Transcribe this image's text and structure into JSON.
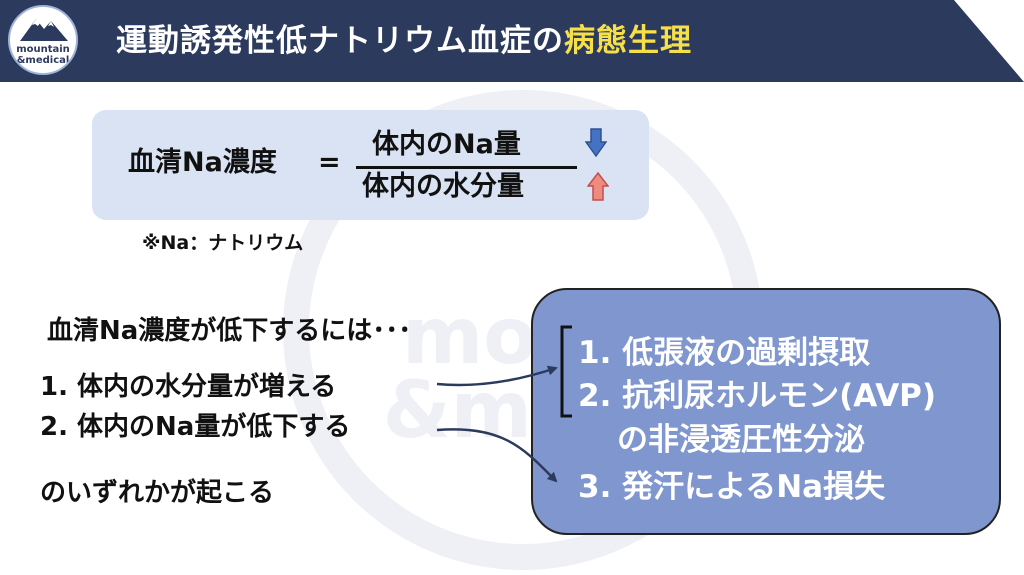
{
  "header": {
    "title_main": "運動誘発性低ナトリウム血症の",
    "title_highlight": "病態生理",
    "logo_line1": "mountain",
    "logo_line2": "&medical"
  },
  "watermark": {
    "line1": "moun",
    "line2": "&medi"
  },
  "formula": {
    "left": "血清Na濃度",
    "equals": "=",
    "numerator": "体内のNa量",
    "denominator": "体内の水分量"
  },
  "note": "※Na：ナトリウム",
  "conditions": {
    "heading": "血清Na濃度が低下するには･･･",
    "items": [
      "1. 体内の水分量が増える",
      "2. 体内のNa量が低下する"
    ],
    "footer": "のいずれかが起こる"
  },
  "causes": [
    "1. 低張液の過剰摂取",
    "2. 抗利尿ホルモン(AVP)",
    "の非浸透圧性分泌",
    "3. 発汗によるNa損失"
  ],
  "colors": {
    "header_bg": "#2c3a5e",
    "title_highlight": "#f6e04a",
    "formula_box": "#dae3f3",
    "arrow_down": "#4472c4",
    "arrow_up": "#f08a7e",
    "cause_box": "#8096cf"
  },
  "icons": {
    "logo": "mountain-logo",
    "decrease": "arrow-down-icon",
    "increase": "arrow-up-icon"
  }
}
